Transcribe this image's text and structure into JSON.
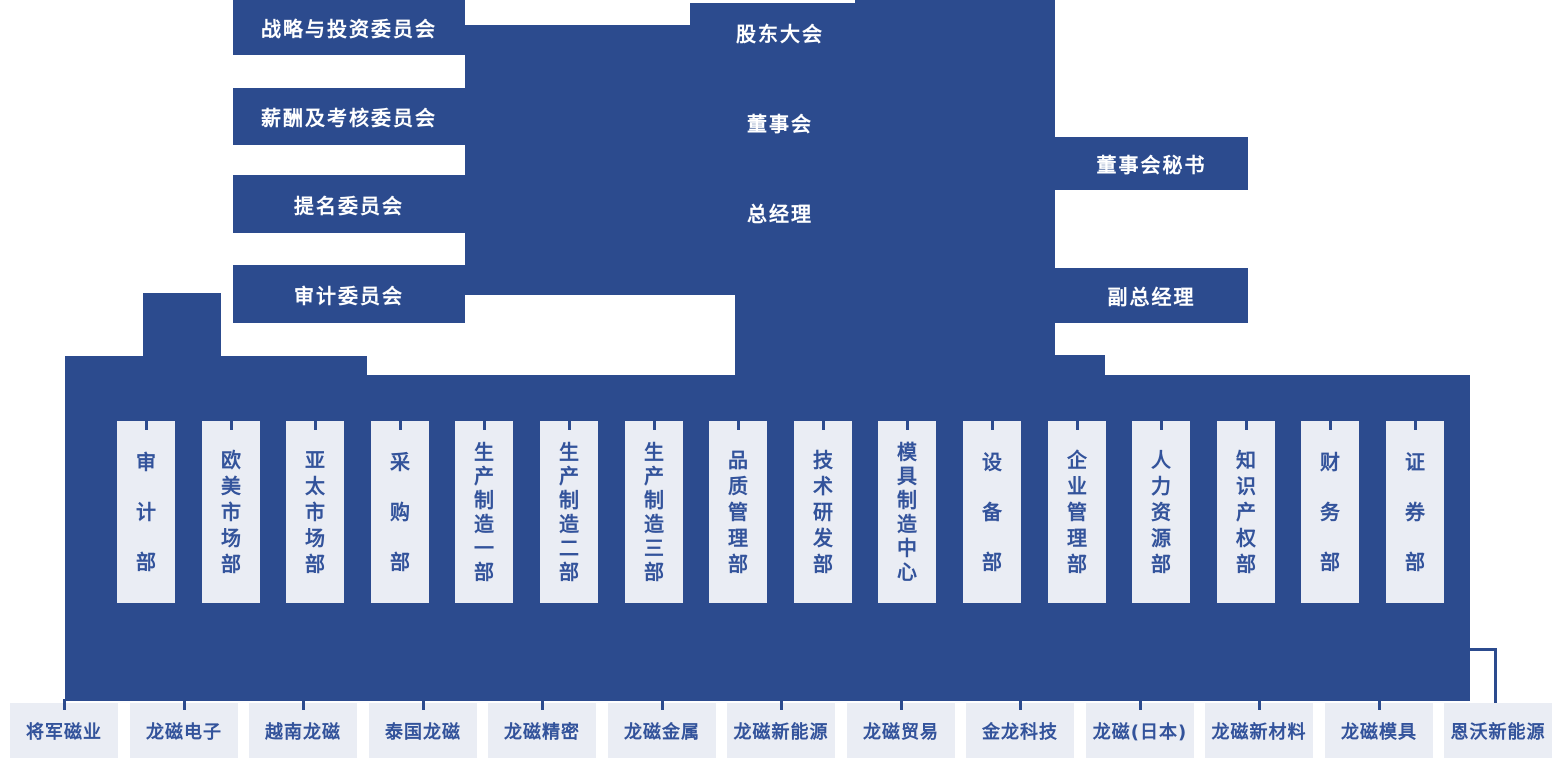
{
  "colors": {
    "primary": "#2C4B8E",
    "node_bg": "#EAEDF4",
    "node_text": "#33539B",
    "label_text": "#FFFFFF"
  },
  "org": {
    "top_nodes": [
      "股东大会",
      "董事会",
      "总经理"
    ],
    "committees": [
      "战略与投资委员会",
      "薪酬及考核委员会",
      "提名委员会",
      "审计委员会"
    ],
    "right_nodes": [
      "董事会秘书",
      "副总经理"
    ],
    "departments": [
      "审计部",
      "欧美市场部",
      "亚太市场部",
      "采购部",
      "生产制造一部",
      "生产制造二部",
      "生产制造三部",
      "品质管理部",
      "技术研发部",
      "模具制造中心",
      "设备部",
      "企业管理部",
      "人力资源部",
      "知识产权部",
      "财务部",
      "证券部"
    ],
    "subsidiaries": [
      "将军磁业",
      "龙磁电子",
      "越南龙磁",
      "泰国龙磁",
      "龙磁精密",
      "龙磁金属",
      "龙磁新能源",
      "龙磁贸易",
      "金龙科技",
      "龙磁(日本)",
      "龙磁新材料",
      "龙磁模具",
      "恩沃新能源"
    ]
  }
}
